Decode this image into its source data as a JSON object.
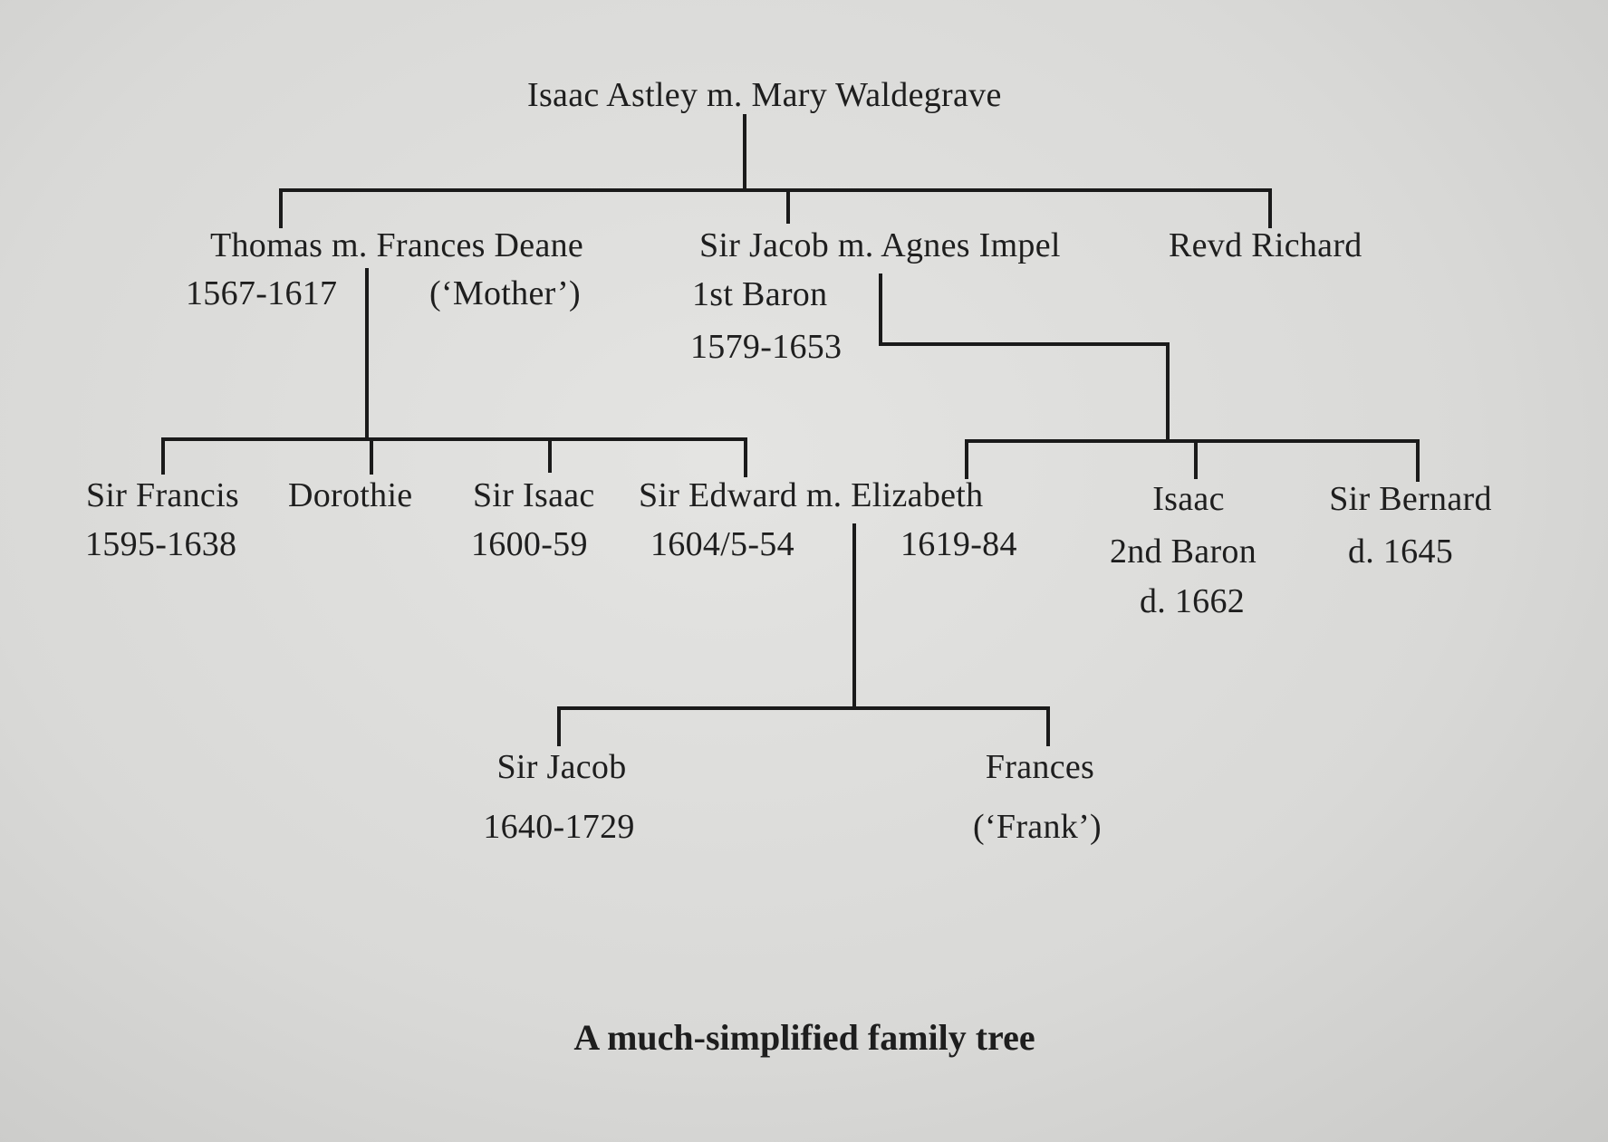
{
  "root": {
    "label": "Isaac Astley m. Mary Waldegrave"
  },
  "gen1": {
    "thomas": {
      "name": "Thomas m. Frances Deane",
      "dates": "1567-1617",
      "note": "(‘Mother’)"
    },
    "jacob": {
      "name": "Sir Jacob m. Agnes Impel",
      "title": "1st Baron",
      "dates": "1579-1653"
    },
    "richard": {
      "name": "Revd Richard"
    }
  },
  "thomas_children": {
    "francis": {
      "name": "Sir Francis",
      "dates": "1595-1638"
    },
    "dorothie": {
      "name": "Dorothie"
    },
    "isaac": {
      "name": "Sir Isaac",
      "dates": "1600-59"
    },
    "edward": {
      "name": "Sir Edward m. Elizabeth",
      "dates": "1604/5-54",
      "spouse_dates": "1619-84"
    }
  },
  "jacob_children": {
    "isaac": {
      "name": "Isaac",
      "title": "2nd Baron",
      "dates": "d. 1662"
    },
    "bernard": {
      "name": "Sir Bernard",
      "dates": "d. 1645"
    }
  },
  "edward_children": {
    "jacob": {
      "name": "Sir Jacob",
      "dates": "1640-1729"
    },
    "frances": {
      "name": "Frances",
      "note": "(‘Frank’)"
    }
  },
  "caption": "A much-simplified family tree"
}
